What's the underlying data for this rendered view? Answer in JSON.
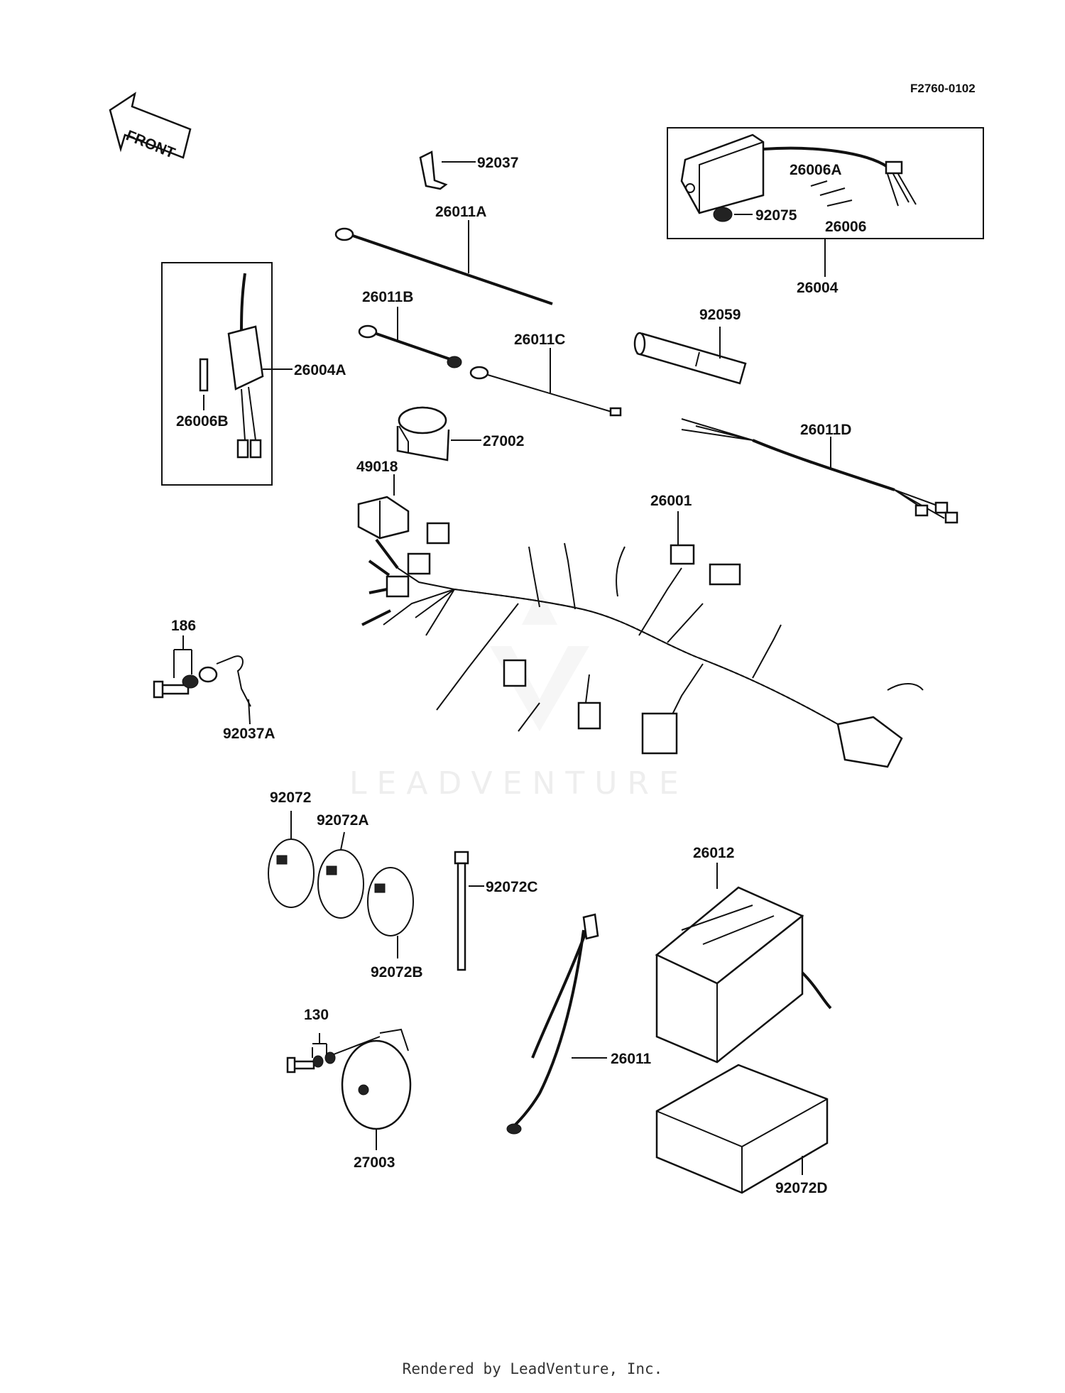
{
  "diagram_code": "F2760-0102",
  "front_arrow_label": "FRONT",
  "watermark": "LEADVENTURE",
  "footer": "Rendered by LeadVenture, Inc.",
  "callouts": {
    "p92037": "92037",
    "p26006A": "26006A",
    "p92075": "92075",
    "p26006": "26006",
    "p26004": "26004",
    "p26011A": "26011A",
    "p26011B": "26011B",
    "p26011C": "26011C",
    "p92059": "92059",
    "p26004A": "26004A",
    "p26006B": "26006B",
    "p27002": "27002",
    "p26011D": "26011D",
    "p49018": "49018",
    "p26001": "26001",
    "p186": "186",
    "p92037A": "92037A",
    "p92072": "92072",
    "p92072A": "92072A",
    "p92072B": "92072B",
    "p92072C": "92072C",
    "p26012": "26012",
    "p130": "130",
    "p26011": "26011",
    "p27003": "27003",
    "p92072D": "92072D"
  }
}
